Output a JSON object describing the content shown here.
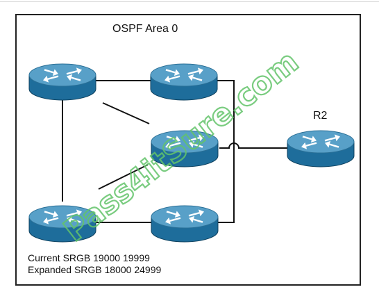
{
  "diagram": {
    "area_label": "OSPF Area 0",
    "r2_label": "R2",
    "srgb_current": "Current SRGB 19000  19999",
    "srgb_expanded": "Expanded SRGB 18000 24999",
    "watermark": "Pass4itSure.com"
  },
  "colors": {
    "router_top": "#58a0c8",
    "router_side": "#1e6d9b",
    "link": "#111111",
    "frame": "#222222",
    "watermark": "#63c46a"
  }
}
